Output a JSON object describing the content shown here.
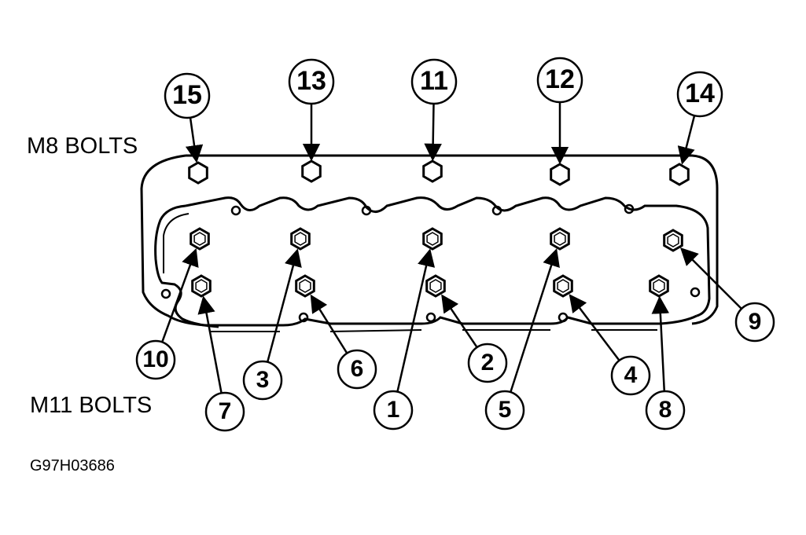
{
  "labels": {
    "m8": "M8 BOLTS",
    "m11": "M11 BOLTS",
    "figure_code": "G97H03686"
  },
  "bolt_groups": {
    "m8": [
      "15",
      "13",
      "11",
      "12",
      "14"
    ],
    "m11_upper": [
      "10",
      "3",
      "1",
      "5",
      "9"
    ],
    "m11_lower": [
      "7",
      "6",
      "2",
      "4",
      "8"
    ]
  }
}
